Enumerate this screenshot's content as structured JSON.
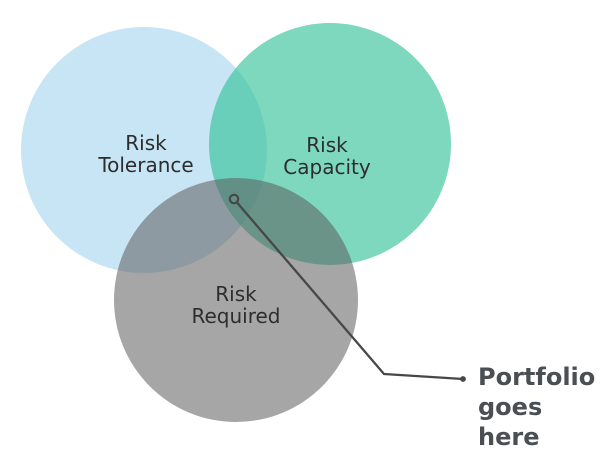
{
  "diagram": {
    "type": "venn-3",
    "background_color": "#ffffff",
    "label_color": "#2d2d2d",
    "circles": [
      {
        "name": "risk-tolerance",
        "label_line1": "Risk",
        "label_line2": "Tolerance",
        "fill": "rgba(143,203,235,0.5)",
        "apparent_color": "#c7e5f5"
      },
      {
        "name": "risk-capacity",
        "label_line1": "Risk",
        "label_line2": "Capacity",
        "fill": "rgba(56,195,153,0.65)",
        "apparent_color": "#7ed8bd"
      },
      {
        "name": "risk-required",
        "label_line1": "Risk",
        "label_line2": "Required",
        "fill": "rgba(93,93,93,0.55)",
        "apparent_color": "#a6a6a6"
      }
    ],
    "annotation": {
      "lines": [
        "Portfolio",
        "goes",
        "here"
      ],
      "color": "#4a4f54"
    },
    "leader": {
      "color": "#474747"
    }
  }
}
